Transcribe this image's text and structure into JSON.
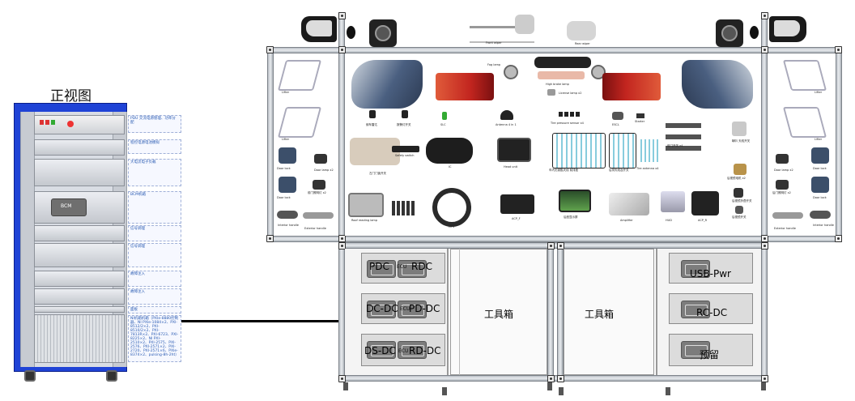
{
  "cabinet": {
    "title": "正视图",
    "labels": [
      {
        "text": "PDU 交流电源管理、功率分配"
      },
      {
        "text": "程控电源电池模拟"
      },
      {
        "text": "大电流电子负载"
      },
      {
        "text": "BCM机箱"
      },
      {
        "text": "信号调理"
      },
      {
        "text": "信号调理"
      },
      {
        "text": "故障注入"
      },
      {
        "text": "故障注入"
      },
      {
        "text": "面板"
      },
      {
        "text": "NI机箱机箱（PXIe-8880控制器、NI PXIe-1084×2、PXI-8512/2×2、PXI-8510/2×2、PXI-7813R×2、PXI-6723、PXI-8225×2、NI PXI-2510×2、PXI-2575、PXI-2576、PXI-2571×2、PXI-2720、PXI-2571×6、PXIe-8374×2、pulsing-8h-2ht）"
      }
    ],
    "bcm_label": "BCM"
  },
  "bench": {
    "top_parts": [
      {
        "text": "Front wiper"
      },
      {
        "text": "Rear wiper"
      }
    ],
    "left_panel": [
      {
        "text": "Lifter"
      },
      {
        "text": "Lifter"
      },
      {
        "text": "Door lock"
      },
      {
        "text": "Door lamp x2"
      },
      {
        "text": "Door lock"
      },
      {
        "text": "前门照明灯 x2"
      },
      {
        "text": "Interior handle"
      },
      {
        "text": "Exterior handle"
      }
    ],
    "right_panel": [
      {
        "text": "Lifter"
      },
      {
        "text": "Lifter"
      },
      {
        "text": "Door lamp x2"
      },
      {
        "text": "Door lock"
      },
      {
        "text": "后门照明灯 x2"
      },
      {
        "text": "Door lock"
      },
      {
        "text": "Exterior handle"
      },
      {
        "text": "Interior handle"
      }
    ],
    "center_labels": [
      {
        "text": "Fog lamp"
      },
      {
        "text": "High brake lamp"
      },
      {
        "text": "License lamp x2"
      },
      {
        "text": "倒车雷达"
      },
      {
        "text": "报警灯开关"
      },
      {
        "text": "SLC"
      },
      {
        "text": "Antenna 4 in 1"
      },
      {
        "text": "Tire pressure sensor x4"
      },
      {
        "text": "ESCL"
      },
      {
        "text": "Starter"
      },
      {
        "text": "前门开关 x4"
      },
      {
        "text": "喇叭 天线开关"
      },
      {
        "text": "Safety switch"
      },
      {
        "text": "左门门锁开关"
      },
      {
        "text": "IC"
      },
      {
        "text": "Head unit"
      },
      {
        "text": "车内无钥匙天线 前排座"
      },
      {
        "text": "后排天线及开关"
      },
      {
        "text": "Tire antenna x4"
      },
      {
        "text": "后视镜电机 x2"
      },
      {
        "text": "Roof reading lamp"
      },
      {
        "text": "MFS"
      },
      {
        "text": "ACP_F"
      },
      {
        "text": "后座显示屏"
      },
      {
        "text": "Amplifier"
      },
      {
        "text": "HUD"
      },
      {
        "text": "ACP_R"
      },
      {
        "text": "后视镜开关"
      },
      {
        "text": "后视镜折叠开关"
      }
    ],
    "shelf_left": [
      {
        "left": "PDC",
        "right": "RDC"
      },
      {
        "left": "DC-DC",
        "right": "PD-DC"
      },
      {
        "left": "DS-DC",
        "right": "RD-DC"
      }
    ],
    "shelf_right": [
      {
        "text": "USB-Pwr"
      },
      {
        "text": "RC-DC"
      },
      {
        "text": "预留"
      }
    ],
    "ecu_label": "ECU",
    "toolbox_left": "工具箱",
    "toolbox_right": "工具箱"
  }
}
